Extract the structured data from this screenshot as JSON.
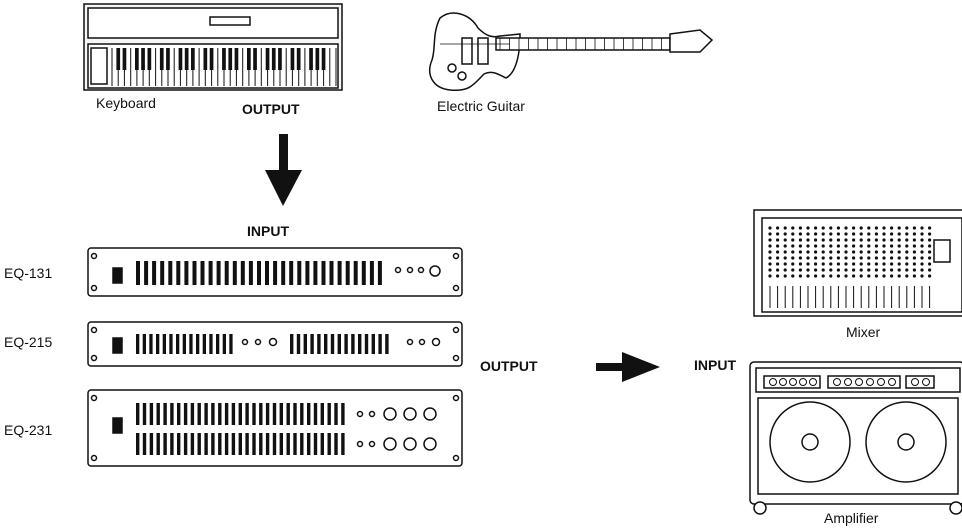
{
  "labels": {
    "keyboard": "Keyboard",
    "output_top": "OUTPUT",
    "guitar": "Electric Guitar",
    "input_top": "INPUT",
    "eq131": "EQ-131",
    "eq215": "EQ-215",
    "eq231": "EQ-231",
    "output_mid": "OUTPUT",
    "input_right": "INPUT",
    "mixer": "Mixer",
    "amplifier": "Amplifier"
  },
  "icons": {
    "keyboard": "keyboard-icon",
    "guitar": "electric-guitar-icon",
    "mixer": "mixer-icon",
    "amplifier": "amplifier-icon",
    "arrow_down": "arrow-down-icon",
    "arrow_right": "arrow-right-icon"
  },
  "colors": {
    "line": "#111111",
    "background": "#ffffff"
  }
}
